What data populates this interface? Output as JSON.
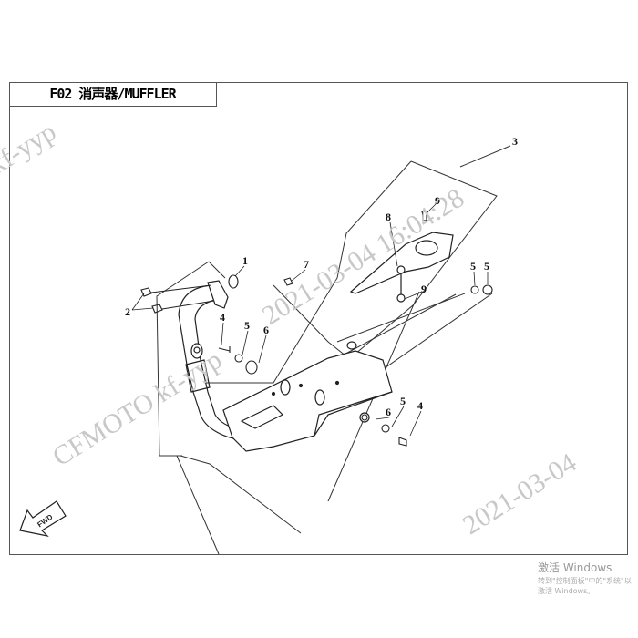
{
  "title": "F02 消声器/MUFFLER",
  "fwd_label": "FWD",
  "callouts": {
    "c1": "1",
    "c2": "2",
    "c3": "3",
    "c4a": "4",
    "c4b": "4",
    "c5a": "5",
    "c5b": "5",
    "c5c": "5",
    "c5d": "5",
    "c6a": "6",
    "c6b": "6",
    "c7": "7",
    "c8": "8",
    "c9a": "9",
    "c9b": "9"
  },
  "watermarks": {
    "w1": "kf-yyp",
    "w2": "2021-03-04 16:04:28",
    "w3": "CFMOTO kf-yyp",
    "w4": "2021-03-04"
  },
  "os_notice": {
    "line1": "激活 Windows",
    "line2": "转到\"控制面板\"中的\"系统\"以激活 Windows。"
  }
}
